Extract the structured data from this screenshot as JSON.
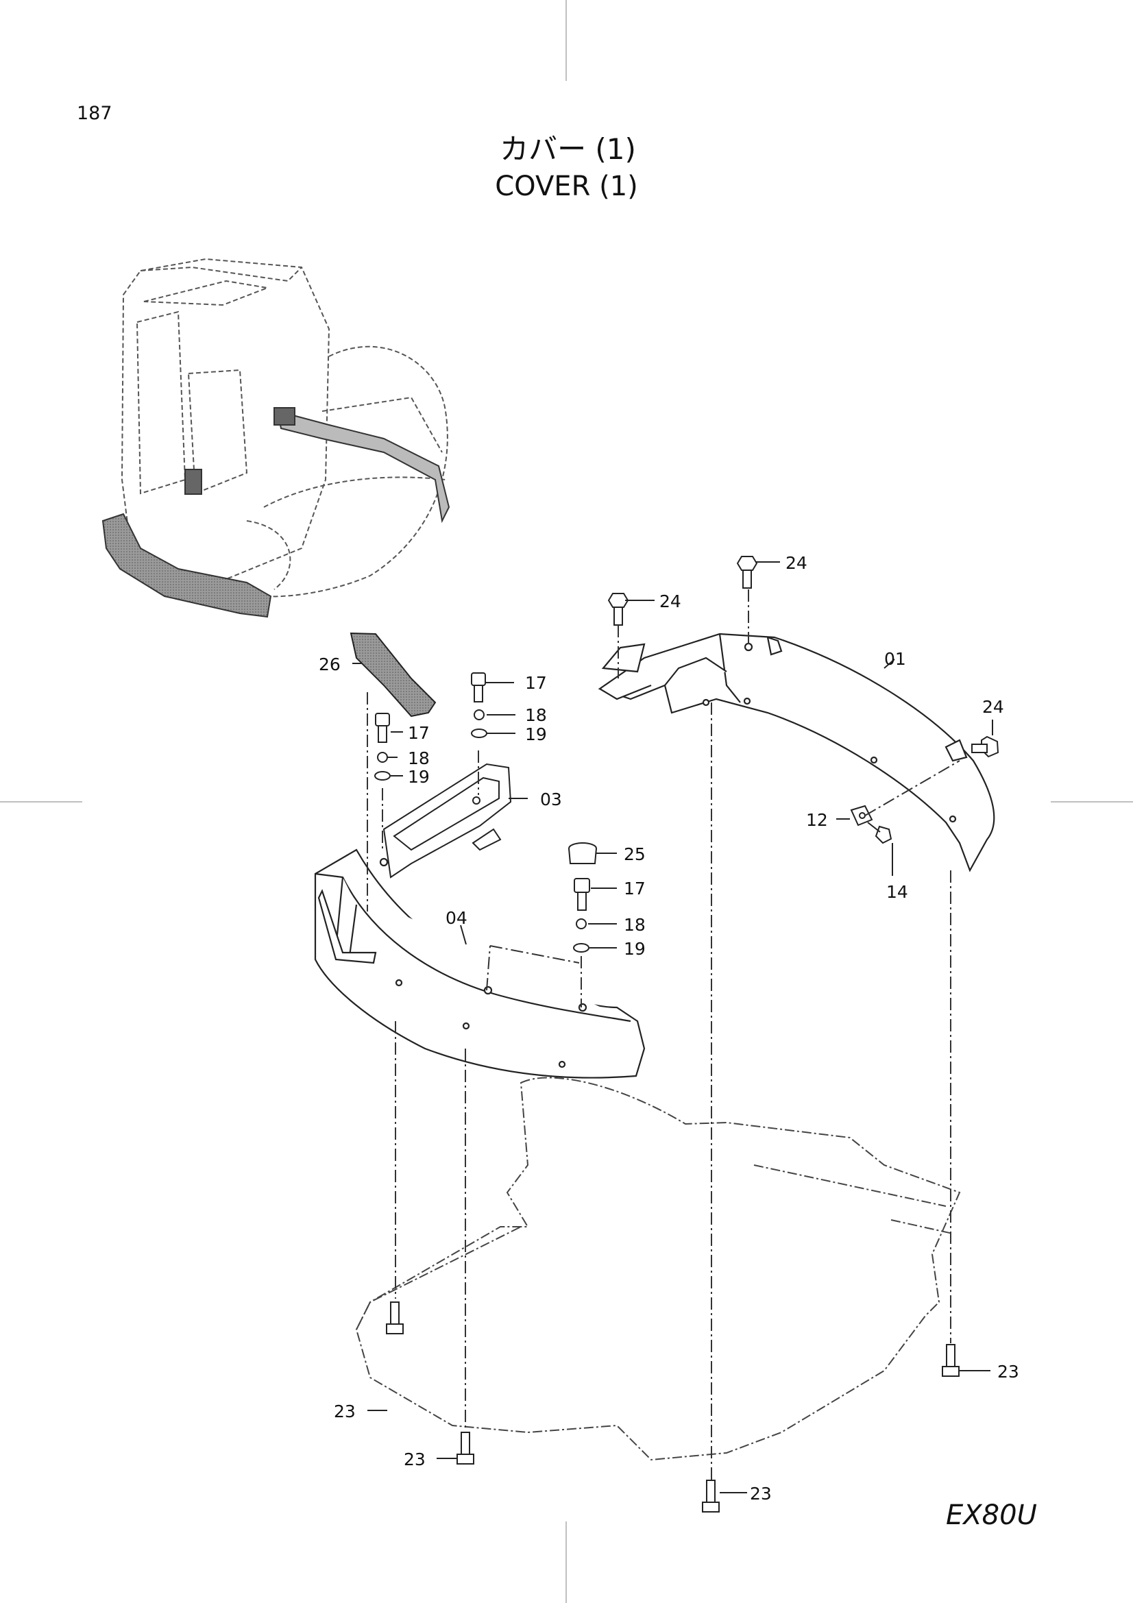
{
  "page_number": "187",
  "title_jp": "カバー (1)",
  "title_en": "COVER (1)",
  "model": "EX80U",
  "callouts": {
    "c01": "01",
    "c03": "03",
    "c04": "04",
    "c12": "12",
    "c14": "14",
    "c17a": "17",
    "c17b": "17",
    "c17c": "17",
    "c18a": "18",
    "c18b": "18",
    "c18c": "18",
    "c19a": "19",
    "c19b": "19",
    "c19c": "19",
    "c23a": "23",
    "c23b": "23",
    "c23c": "23",
    "c23d": "23",
    "c24a": "24",
    "c24b": "24",
    "c24c": "24",
    "c25": "25",
    "c26": "26"
  }
}
